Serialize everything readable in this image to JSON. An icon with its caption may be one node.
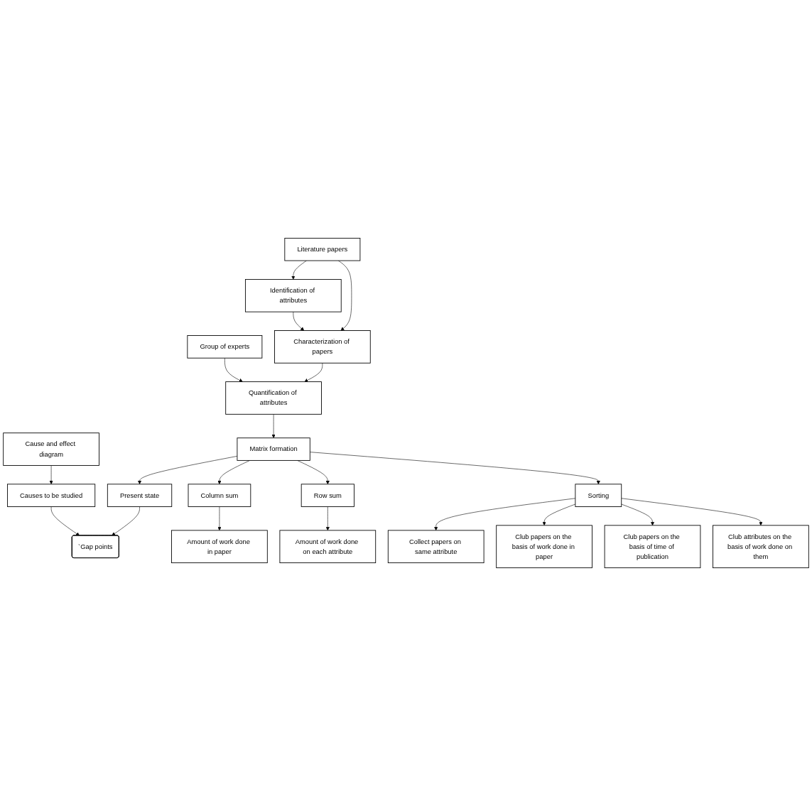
{
  "diagram": {
    "nodes": [
      {
        "text": [
          "Literature papers"
        ]
      },
      {
        "text": [
          "Identification of attributes"
        ]
      },
      {
        "text": [
          "Group of experts"
        ]
      },
      {
        "text": [
          "Characterization of papers"
        ]
      },
      {
        "text": [
          "Quantification of attributes"
        ]
      },
      {
        "text": [
          "Cause and effect diagram"
        ]
      },
      {
        "text": [
          "Present state"
        ]
      },
      {
        "text": [
          "Matrix formation"
        ]
      },
      {
        "text": [
          "Causes to be studied"
        ]
      },
      {
        "text": [
          "`Gap points"
        ]
      },
      {
        "text": [
          "Column sum"
        ]
      },
      {
        "text": [
          "Row sum"
        ]
      },
      {
        "text": [
          "Amount of work done in paper"
        ]
      },
      {
        "text": [
          "Amount of work done on each attribute"
        ]
      },
      {
        "text": [
          "Sorting"
        ]
      },
      {
        "text": [
          "Collect papers on same attribute"
        ]
      },
      {
        "text": [
          "Club papers on the basis of work done in paper"
        ]
      },
      {
        "text": [
          "Club papers on the basis of time of publication"
        ]
      },
      {
        "text": [
          "Club attributes on the basis of work done on them"
        ]
      }
    ],
    "edges": [
      {
        "from": 0,
        "to": 1,
        "arrow": "to"
      },
      {
        "from": 0,
        "to": 3,
        "arrow": "to"
      },
      {
        "from": 1,
        "to": 3,
        "arrow": "to"
      },
      {
        "from": 2,
        "to": 4,
        "arrow": "to"
      },
      {
        "from": 3,
        "to": 4,
        "arrow": "to"
      },
      {
        "from": 4,
        "to": 7,
        "arrow": "to"
      },
      {
        "from": 7,
        "to": 6,
        "arrow": "to"
      },
      {
        "from": 6,
        "to": 9,
        "arrow": "to"
      },
      {
        "from": 5,
        "to": 8,
        "arrow": "to"
      },
      {
        "from": 8,
        "to": 9,
        "arrow": "to"
      },
      {
        "from": 7,
        "to": 10,
        "arrow": "to"
      },
      {
        "from": 7,
        "to": 11,
        "arrow": "to"
      },
      {
        "from": 7,
        "to": 14,
        "arrow": "to"
      },
      {
        "from": 10,
        "to": 12,
        "arrow": "to"
      },
      {
        "from": 11,
        "to": 13,
        "arrow": "to"
      },
      {
        "from": 14,
        "to": 15,
        "arrow": "to"
      },
      {
        "from": 14,
        "to": 16,
        "arrow": "to"
      },
      {
        "from": 14,
        "to": 17,
        "arrow": "to"
      },
      {
        "from": 14,
        "to": 18,
        "arrow": "to"
      }
    ]
  }
}
